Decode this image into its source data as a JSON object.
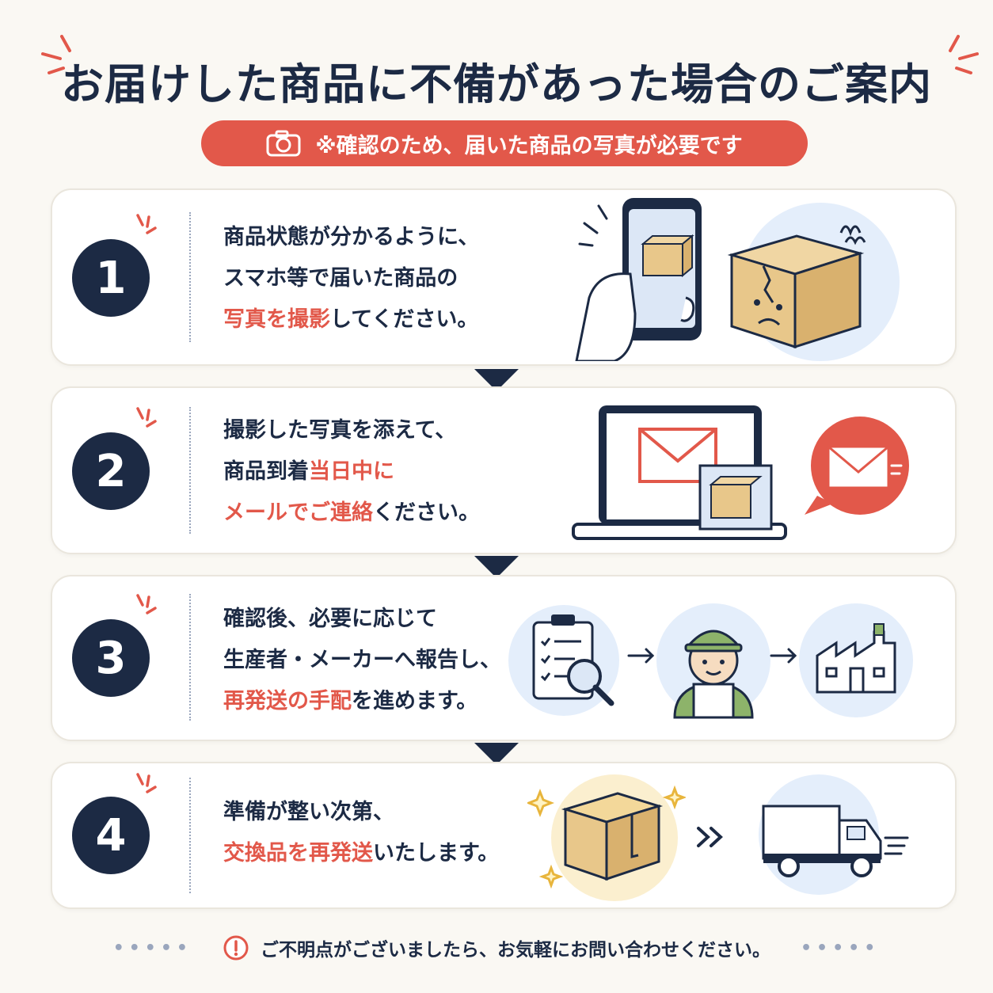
{
  "title": "お届けした商品に不備があった場合のご案内",
  "banner": {
    "text": "※確認のため、届いた商品の写真が必要です",
    "icon": "camera-icon"
  },
  "steps": [
    {
      "number": "1",
      "lines": [
        [
          {
            "t": "商品状態が分かるように、"
          }
        ],
        [
          {
            "t": "スマホ等で届いた商品の"
          }
        ],
        [
          {
            "t": "写真を撮影",
            "hl": true
          },
          {
            "t": "してください。"
          }
        ]
      ],
      "icons": [
        "smartphone-icon",
        "damaged-box-icon"
      ]
    },
    {
      "number": "2",
      "lines": [
        [
          {
            "t": "撮影した写真を添えて、"
          }
        ],
        [
          {
            "t": "商品到着"
          },
          {
            "t": "当日中に",
            "hl": true
          }
        ],
        [
          {
            "t": "メールでご連絡",
            "hl": true
          },
          {
            "t": "ください。"
          }
        ]
      ],
      "icons": [
        "laptop-icon",
        "mail-icon"
      ]
    },
    {
      "number": "3",
      "lines": [
        [
          {
            "t": "確認後、必要に応じて"
          }
        ],
        [
          {
            "t": "生産者・メーカーへ報告し、"
          }
        ],
        [
          {
            "t": "再発送の手配",
            "hl": true
          },
          {
            "t": "を進めます。"
          }
        ]
      ],
      "icons": [
        "clipboard-search-icon",
        "worker-icon",
        "factory-icon"
      ]
    },
    {
      "number": "4",
      "lines": [
        [
          {
            "t": "準備が整い次第、"
          }
        ],
        [
          {
            "t": "交換品を再発送",
            "hl": true
          },
          {
            "t": "いたします。"
          }
        ]
      ],
      "icons": [
        "new-box-icon",
        "delivery-truck-icon"
      ]
    }
  ],
  "footer": {
    "text": "ご不明点がございましたら、お気軽にお問い合わせください。",
    "dots": "•••••",
    "icon": "exclamation-icon"
  },
  "colors": {
    "navy": "#1c2a44",
    "accent": "#e2584a",
    "background": "#faf8f3",
    "box": "#e8c78a",
    "light_blue": "#e4eefb"
  }
}
